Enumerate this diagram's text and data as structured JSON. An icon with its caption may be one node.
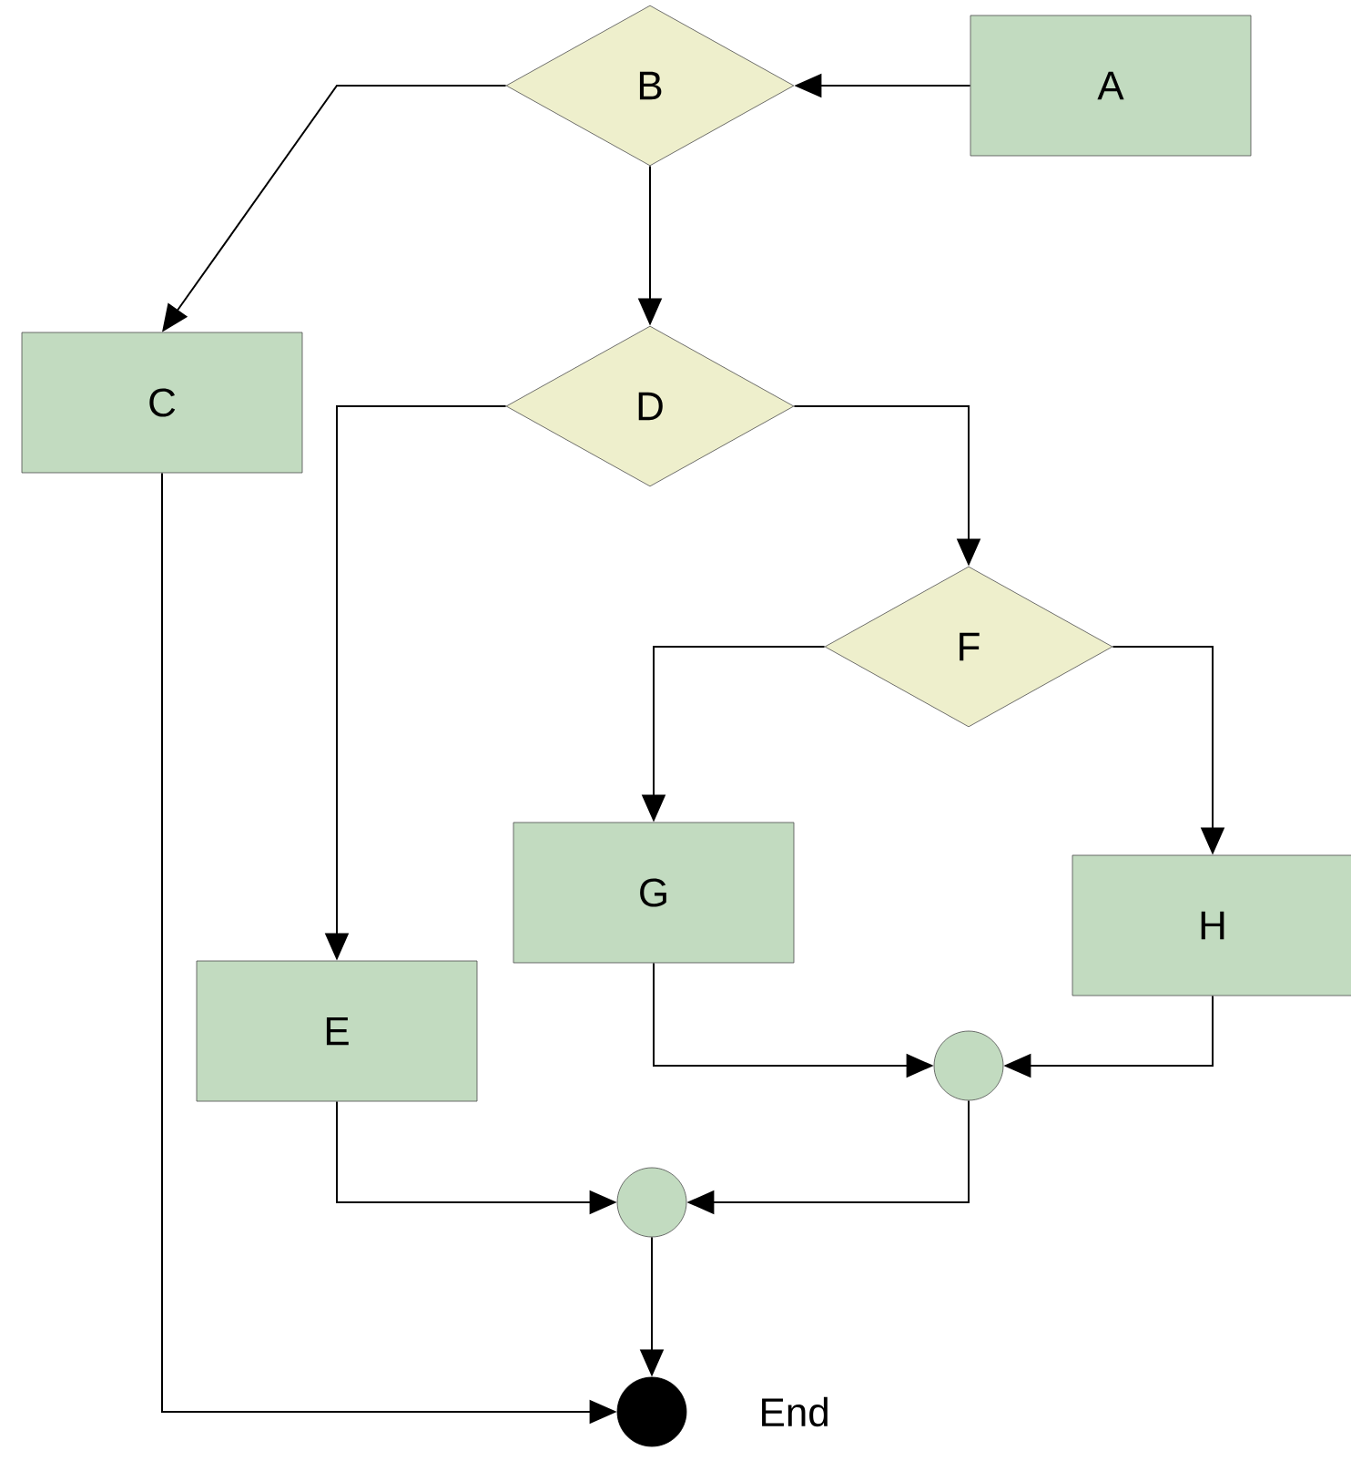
{
  "diagram": {
    "nodes": [
      {
        "text": [
          "A"
        ]
      },
      {
        "text": [
          "B"
        ]
      },
      {
        "text": [
          "C"
        ]
      },
      {
        "text": [
          "D"
        ]
      },
      {
        "text": [
          "F"
        ]
      },
      {
        "text": [
          "G"
        ]
      },
      {
        "text": [
          "H"
        ]
      },
      {
        "text": [
          "E"
        ]
      },
      {
        "text": [],
        "shape": "circle"
      },
      {
        "text": [],
        "shape": "circle"
      },
      {
        "text": [],
        "shape": "circle",
        "beside": [
          "End"
        ]
      }
    ],
    "edges": [
      {
        "from": 0,
        "to": 1,
        "arrow": "to"
      },
      {
        "from": 1,
        "to": 2,
        "arrow": "to"
      },
      {
        "from": 1,
        "to": 3,
        "arrow": "to"
      },
      {
        "from": 3,
        "to": 7,
        "arrow": "to"
      },
      {
        "from": 3,
        "to": 4,
        "arrow": "to"
      },
      {
        "from": 4,
        "to": 5,
        "arrow": "to"
      },
      {
        "from": 4,
        "to": 6,
        "arrow": "to"
      },
      {
        "from": 5,
        "to": 8,
        "arrow": "to"
      },
      {
        "from": 6,
        "to": 8,
        "arrow": "to"
      },
      {
        "from": 7,
        "to": 9,
        "arrow": "to"
      },
      {
        "from": 8,
        "to": 9,
        "arrow": "to"
      },
      {
        "from": 9,
        "to": 10,
        "arrow": "to"
      },
      {
        "from": 2,
        "to": 10,
        "arrow": "to"
      }
    ]
  }
}
